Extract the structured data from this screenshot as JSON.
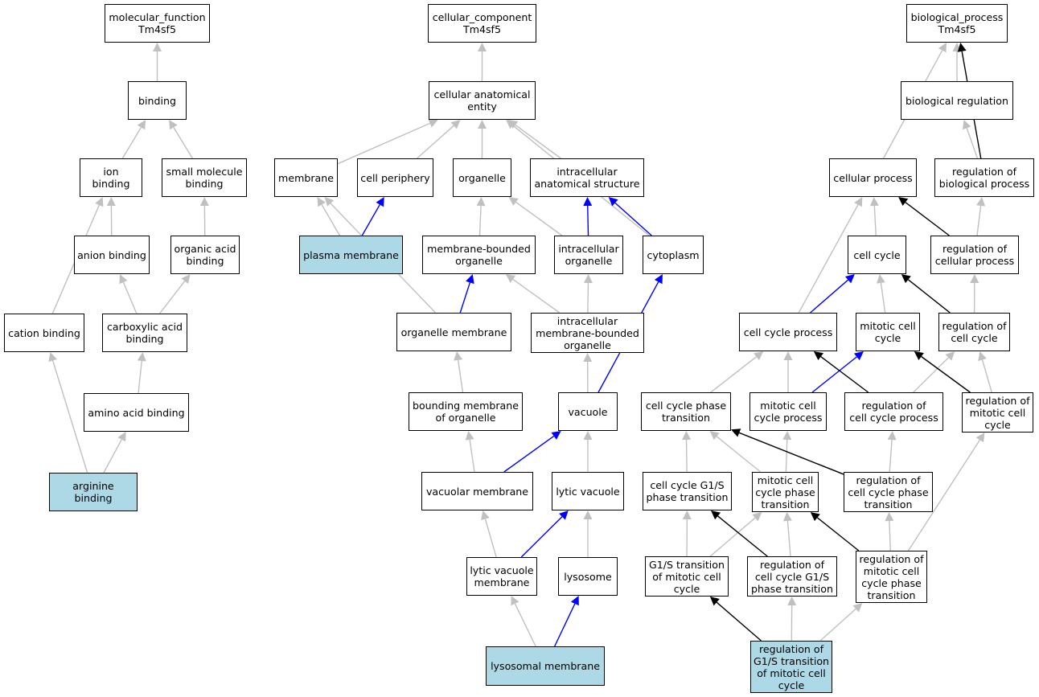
{
  "colors": {
    "hierarchy": "#c0c0c0",
    "part_of": "#0000ff",
    "regulates": "#000000",
    "highlight": "#add8e6"
  },
  "nodes": {
    "mf_root": "molecular_function\nTm4sf5",
    "binding": "binding",
    "ion_binding": "ion binding",
    "small_molecule_binding": "small molecule\nbinding",
    "anion_binding": "anion binding",
    "organic_acid_binding": "organic acid\nbinding",
    "cation_binding": "cation binding",
    "carboxylic_acid_binding": "carboxylic acid\nbinding",
    "amino_acid_binding": "amino acid binding",
    "arginine_binding": "arginine binding",
    "cc_root": "cellular_component\nTm4sf5",
    "cellular_anatomical_entity": "cellular anatomical\nentity",
    "membrane": "membrane",
    "cell_periphery": "cell periphery",
    "organelle": "organelle",
    "intracellular_anatomical_structure": "intracellular\nanatomical structure",
    "plasma_membrane": "plasma membrane",
    "membrane_bounded_organelle": "membrane-bounded\norganelle",
    "intracellular_organelle": "intracellular\norganelle",
    "cytoplasm": "cytoplasm",
    "organelle_membrane": "organelle membrane",
    "intracellular_mb_organelle": "intracellular\nmembrane-bounded\norganelle",
    "bounding_membrane": "bounding membrane\nof organelle",
    "vacuole": "vacuole",
    "vacuolar_membrane": "vacuolar membrane",
    "lytic_vacuole": "lytic vacuole",
    "lytic_vacuole_membrane": "lytic vacuole\nmembrane",
    "lysosome": "lysosome",
    "lysosomal_membrane": "lysosomal membrane",
    "bp_root": "biological_process\nTm4sf5",
    "biological_regulation": "biological regulation",
    "cellular_process": "cellular process",
    "regulation_biological_process": "regulation of\nbiological process",
    "cell_cycle": "cell cycle",
    "regulation_cellular_process": "regulation of\ncellular process",
    "cell_cycle_process": "cell cycle process",
    "mitotic_cell_cycle": "mitotic cell\ncycle",
    "regulation_cell_cycle": "regulation of\ncell cycle",
    "cell_cycle_phase_transition": "cell cycle phase\ntransition",
    "mitotic_cell_cycle_process": "mitotic cell\ncycle process",
    "regulation_cell_cycle_process": "regulation of\ncell cycle process",
    "regulation_mitotic_cell_cycle": "regulation of\nmitotic cell\ncycle",
    "cell_cycle_g1s": "cell cycle G1/S\nphase transition",
    "mitotic_phase_transition": "mitotic cell\ncycle phase\ntransition",
    "regulation_phase_transition": "regulation of\ncell cycle phase\ntransition",
    "g1s_mitotic": "G1/S transition\nof mitotic cell\ncycle",
    "regulation_g1s": "regulation of\ncell cycle G1/S\nphase transition",
    "regulation_mitotic_phase_transition": "regulation of\nmitotic cell\ncycle phase\ntransition",
    "regulation_g1s_mitotic": "regulation of\nG1/S transition\nof mitotic cell\ncycle"
  },
  "edges": [
    [
      "binding",
      "mf_root",
      "is_a"
    ],
    [
      "ion_binding",
      "binding",
      "is_a"
    ],
    [
      "small_molecule_binding",
      "binding",
      "is_a"
    ],
    [
      "anion_binding",
      "ion_binding",
      "is_a"
    ],
    [
      "organic_acid_binding",
      "small_molecule_binding",
      "is_a"
    ],
    [
      "cation_binding",
      "ion_binding",
      "is_a"
    ],
    [
      "carboxylic_acid_binding",
      "anion_binding",
      "is_a"
    ],
    [
      "carboxylic_acid_binding",
      "organic_acid_binding",
      "is_a"
    ],
    [
      "amino_acid_binding",
      "carboxylic_acid_binding",
      "is_a"
    ],
    [
      "arginine_binding",
      "cation_binding",
      "is_a"
    ],
    [
      "arginine_binding",
      "amino_acid_binding",
      "is_a"
    ],
    [
      "cellular_anatomical_entity",
      "cc_root",
      "is_a"
    ],
    [
      "membrane",
      "cellular_anatomical_entity",
      "is_a"
    ],
    [
      "cell_periphery",
      "cellular_anatomical_entity",
      "is_a"
    ],
    [
      "organelle",
      "cellular_anatomical_entity",
      "is_a"
    ],
    [
      "intracellular_anatomical_structure",
      "cellular_anatomical_entity",
      "is_a"
    ],
    [
      "cytoplasm",
      "cellular_anatomical_entity",
      "is_a"
    ],
    [
      "plasma_membrane",
      "membrane",
      "is_a"
    ],
    [
      "plasma_membrane",
      "cell_periphery",
      "part_of"
    ],
    [
      "membrane_bounded_organelle",
      "organelle",
      "is_a"
    ],
    [
      "intracellular_organelle",
      "organelle",
      "is_a"
    ],
    [
      "intracellular_organelle",
      "intracellular_anatomical_structure",
      "part_of"
    ],
    [
      "cytoplasm",
      "intracellular_anatomical_structure",
      "part_of"
    ],
    [
      "organelle_membrane",
      "membrane",
      "is_a"
    ],
    [
      "organelle_membrane",
      "membrane_bounded_organelle",
      "part_of"
    ],
    [
      "intracellular_mb_organelle",
      "membrane_bounded_organelle",
      "is_a"
    ],
    [
      "intracellular_mb_organelle",
      "intracellular_organelle",
      "is_a"
    ],
    [
      "bounding_membrane",
      "organelle_membrane",
      "is_a"
    ],
    [
      "vacuole",
      "intracellular_mb_organelle",
      "is_a"
    ],
    [
      "vacuole",
      "cytoplasm",
      "part_of"
    ],
    [
      "vacuolar_membrane",
      "bounding_membrane",
      "is_a"
    ],
    [
      "vacuolar_membrane",
      "vacuole",
      "part_of"
    ],
    [
      "lytic_vacuole",
      "vacuole",
      "is_a"
    ],
    [
      "lytic_vacuole_membrane",
      "vacuolar_membrane",
      "is_a"
    ],
    [
      "lytic_vacuole_membrane",
      "lytic_vacuole",
      "part_of"
    ],
    [
      "lysosome",
      "lytic_vacuole",
      "is_a"
    ],
    [
      "lysosomal_membrane",
      "lytic_vacuole_membrane",
      "is_a"
    ],
    [
      "lysosomal_membrane",
      "lysosome",
      "part_of"
    ],
    [
      "biological_regulation",
      "bp_root",
      "is_a"
    ],
    [
      "cellular_process",
      "bp_root",
      "is_a"
    ],
    [
      "regulation_biological_process",
      "bp_root",
      "regulates"
    ],
    [
      "regulation_biological_process",
      "biological_regulation",
      "is_a"
    ],
    [
      "cell_cycle",
      "cellular_process",
      "is_a"
    ],
    [
      "regulation_cellular_process",
      "cellular_process",
      "regulates"
    ],
    [
      "regulation_cellular_process",
      "regulation_biological_process",
      "is_a"
    ],
    [
      "cell_cycle_process",
      "cellular_process",
      "is_a"
    ],
    [
      "cell_cycle_process",
      "cell_cycle",
      "part_of"
    ],
    [
      "mitotic_cell_cycle",
      "cell_cycle",
      "is_a"
    ],
    [
      "regulation_cell_cycle",
      "cell_cycle",
      "regulates"
    ],
    [
      "regulation_cell_cycle",
      "regulation_cellular_process",
      "is_a"
    ],
    [
      "cell_cycle_phase_transition",
      "cell_cycle_process",
      "is_a"
    ],
    [
      "mitotic_cell_cycle_process",
      "cell_cycle_process",
      "is_a"
    ],
    [
      "mitotic_cell_cycle_process",
      "mitotic_cell_cycle",
      "part_of"
    ],
    [
      "regulation_cell_cycle_process",
      "cell_cycle_process",
      "regulates"
    ],
    [
      "regulation_cell_cycle_process",
      "regulation_cell_cycle",
      "is_a"
    ],
    [
      "regulation_mitotic_cell_cycle",
      "mitotic_cell_cycle",
      "regulates"
    ],
    [
      "regulation_mitotic_cell_cycle",
      "regulation_cell_cycle",
      "is_a"
    ],
    [
      "cell_cycle_g1s",
      "cell_cycle_phase_transition",
      "is_a"
    ],
    [
      "mitotic_phase_transition",
      "cell_cycle_phase_transition",
      "is_a"
    ],
    [
      "mitotic_phase_transition",
      "mitotic_cell_cycle_process",
      "is_a"
    ],
    [
      "regulation_phase_transition",
      "cell_cycle_phase_transition",
      "regulates"
    ],
    [
      "regulation_phase_transition",
      "regulation_cell_cycle_process",
      "is_a"
    ],
    [
      "g1s_mitotic",
      "cell_cycle_g1s",
      "is_a"
    ],
    [
      "g1s_mitotic",
      "mitotic_phase_transition",
      "is_a"
    ],
    [
      "regulation_g1s",
      "cell_cycle_g1s",
      "regulates"
    ],
    [
      "regulation_g1s",
      "mitotic_phase_transition",
      "is_a"
    ],
    [
      "regulation_mitotic_phase_transition",
      "mitotic_phase_transition",
      "regulates"
    ],
    [
      "regulation_mitotic_phase_transition",
      "regulation_phase_transition",
      "is_a"
    ],
    [
      "regulation_mitotic_phase_transition",
      "regulation_mitotic_cell_cycle",
      "is_a"
    ],
    [
      "regulation_g1s_mitotic",
      "g1s_mitotic",
      "regulates"
    ],
    [
      "regulation_g1s_mitotic",
      "regulation_g1s",
      "is_a"
    ],
    [
      "regulation_g1s_mitotic",
      "regulation_mitotic_phase_transition",
      "is_a"
    ]
  ],
  "highlighted": [
    "arginine_binding",
    "plasma_membrane",
    "lysosomal_membrane",
    "regulation_g1s_mitotic"
  ]
}
